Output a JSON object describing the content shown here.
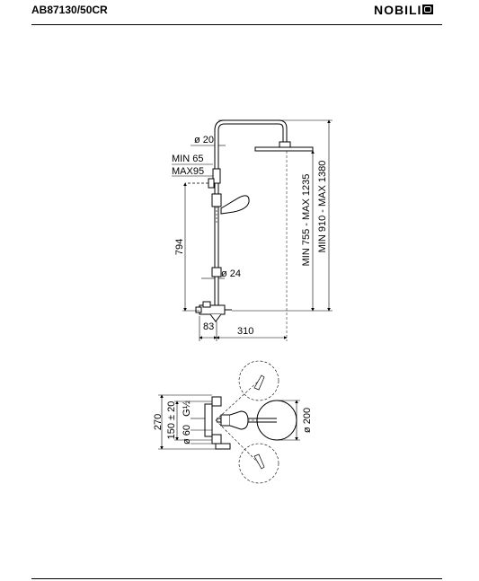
{
  "header": {
    "product_code": "AB87130/50CR",
    "brand": "NOBILI"
  },
  "front_view": {
    "pipe_diameter_top": "ø 20",
    "connection_min": "MIN 65",
    "connection_max": "MAX95",
    "bar_height": "794",
    "pipe_diameter_bottom": "ø 24",
    "valve_offset": "83",
    "arm_reach": "310",
    "height_range_1": "MIN 755 - MAX 1235",
    "height_range_2": "MIN 910 - MAX 1380"
  },
  "top_view": {
    "total_width": "270",
    "center_distance": "150 ± 20",
    "thread": "G½",
    "fitting_diameter": "ø 60",
    "head_diameter": "ø 200"
  }
}
